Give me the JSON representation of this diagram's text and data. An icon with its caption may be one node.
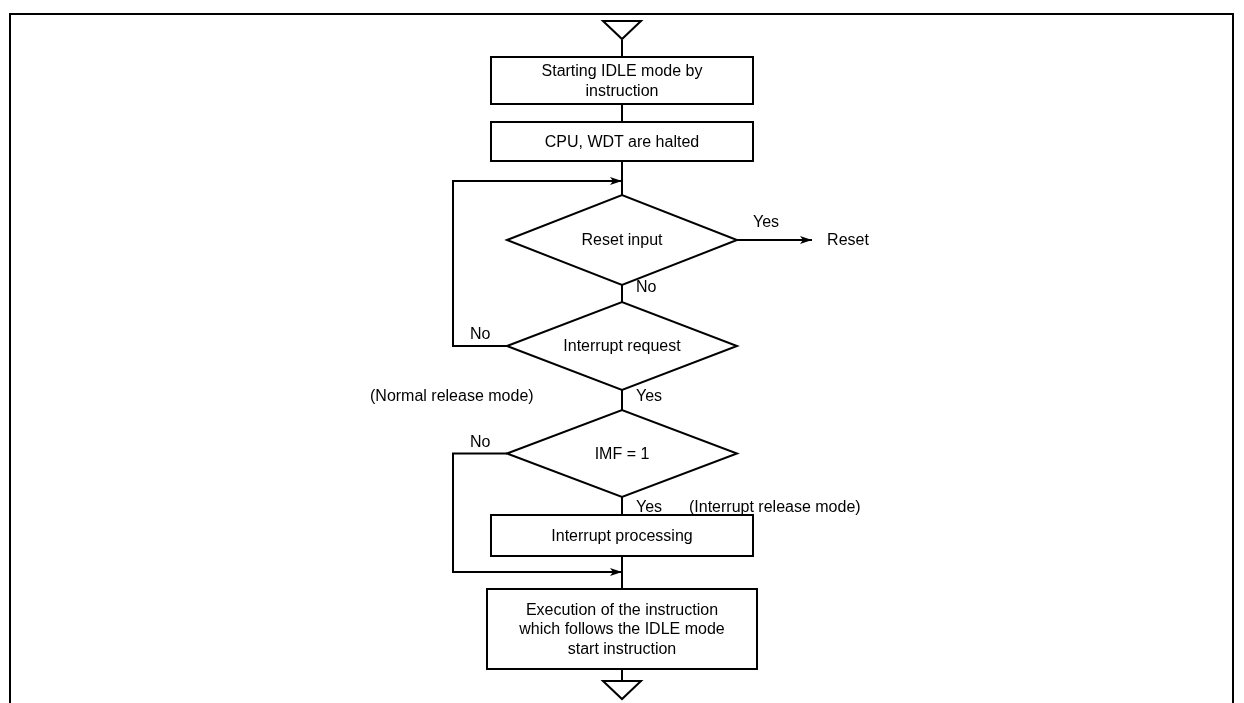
{
  "diagram": {
    "nodes": [
      {
        "text": [],
        "shape": "triangle"
      },
      {
        "text": [
          "Starting IDLE mode by instruction"
        ]
      },
      {
        "text": [
          "CPU, WDT are halted"
        ]
      },
      {
        "text": [
          "Reset input"
        ]
      },
      {
        "text": [
          "Reset"
        ]
      },
      {
        "text": [
          "Interrupt request"
        ]
      },
      {
        "text": [
          "IMF = 1"
        ]
      },
      {
        "text": [
          "Interrupt processing"
        ]
      },
      {
        "text": [
          "Execution of the instruction which follows the IDLE mode start instruction"
        ]
      },
      {
        "text": [],
        "shape": "triangle"
      }
    ],
    "edges": [
      {
        "from": 0,
        "to": 1,
        "arrow": "none"
      },
      {
        "from": 1,
        "to": 2,
        "arrow": "none"
      },
      {
        "from": 2,
        "to": 3,
        "arrow": "none"
      },
      {
        "from": 3,
        "to": 4,
        "arrow": "to",
        "label": "Yes"
      },
      {
        "from": 3,
        "to": 5,
        "arrow": "none",
        "label": "No"
      },
      {
        "from": 5,
        "to": 3,
        "arrow": "to",
        "label": "No"
      },
      {
        "from": 5,
        "to": 6,
        "arrow": "none",
        "label": "Yes"
      },
      {
        "from": 6,
        "to": 7,
        "arrow": "none",
        "label": "Yes"
      },
      {
        "from": 6,
        "to": 8,
        "arrow": "to",
        "label": "No"
      },
      {
        "from": 7,
        "to": 8,
        "arrow": "none"
      },
      {
        "from": 8,
        "to": 9,
        "arrow": "none"
      }
    ],
    "labels": [
      "(Normal release mode)",
      "(Interrupt release mode)"
    ]
  }
}
